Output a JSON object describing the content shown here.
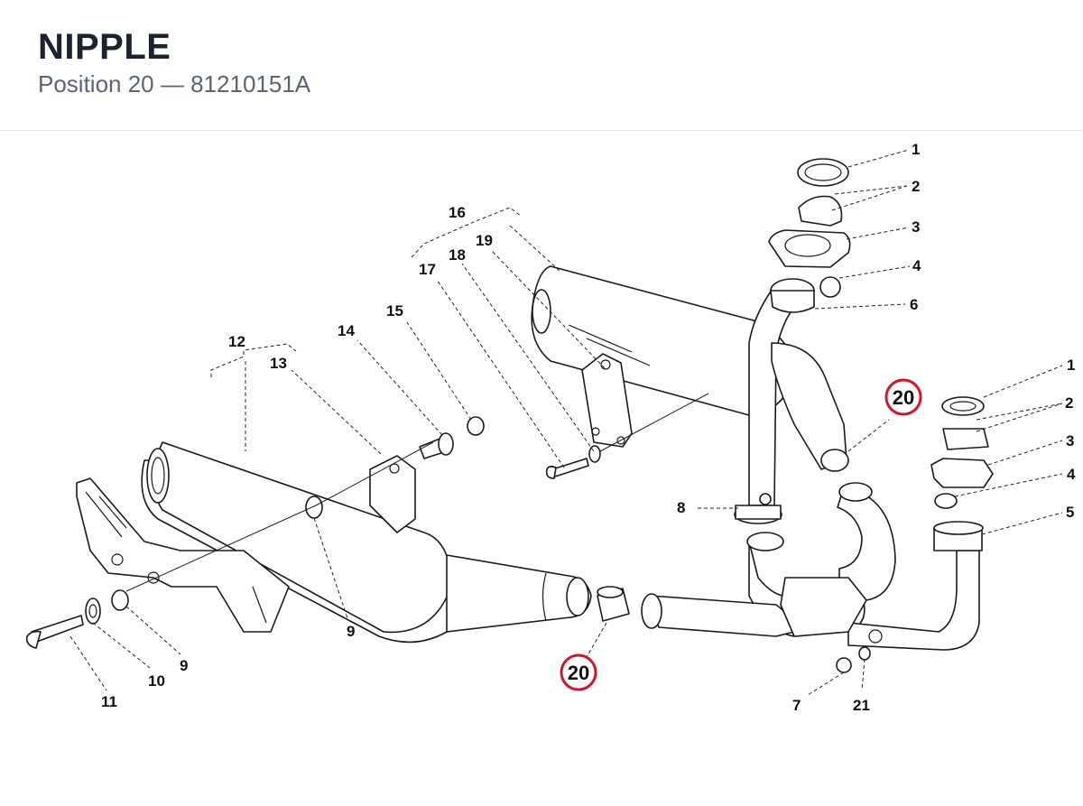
{
  "header": {
    "title": "NIPPLE",
    "position_label": "Position 20",
    "separator": "—",
    "part_number": "81210151A"
  },
  "diagram": {
    "highlight_color": "#d0152a",
    "labels": {
      "l1a": "1",
      "l2a": "2",
      "l3a": "3",
      "l4a": "4",
      "l6": "6",
      "l1b": "1",
      "l2b": "2",
      "l3b": "3",
      "l4b": "4",
      "l5": "5",
      "l7": "7",
      "l8": "8",
      "l9a": "9",
      "l9b": "9",
      "l10": "10",
      "l11": "11",
      "l12": "12",
      "l13": "13",
      "l14": "14",
      "l15": "15",
      "l16": "16",
      "l17": "17",
      "l18": "18",
      "l19": "19",
      "l21": "21",
      "l20a": "20",
      "l20b": "20"
    }
  }
}
